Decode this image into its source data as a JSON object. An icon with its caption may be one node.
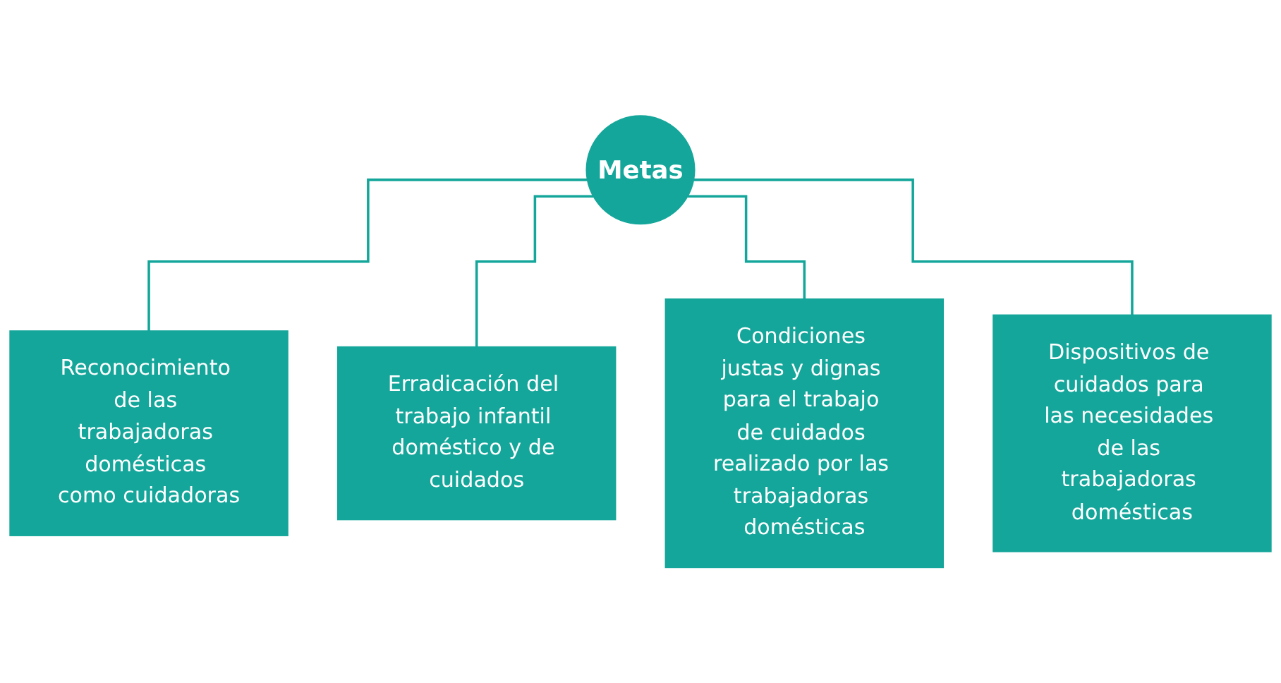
{
  "diagram": {
    "nodes": [
      {
        "text": [
          "Metas"
        ]
      },
      {
        "text": [
          "Reconocimiento de las trabajadoras domésticas como cuidadoras"
        ]
      },
      {
        "text": [
          "Erradicación del trabajo infantil doméstico y de cuidados"
        ]
      },
      {
        "text": [
          "Condiciones justas y dignas para el trabajo de cuidados realizado por las trabajadoras domésticas"
        ]
      },
      {
        "text": [
          "Dispositivos de cuidados para las necesidades de las trabajadoras domésticas"
        ]
      }
    ],
    "edges": [
      {
        "from": 0,
        "to": 1,
        "arrow": "none"
      },
      {
        "from": 0,
        "to": 2,
        "arrow": "none"
      },
      {
        "from": 0,
        "to": 3,
        "arrow": "none"
      },
      {
        "from": 0,
        "to": 4,
        "arrow": "none"
      }
    ]
  }
}
